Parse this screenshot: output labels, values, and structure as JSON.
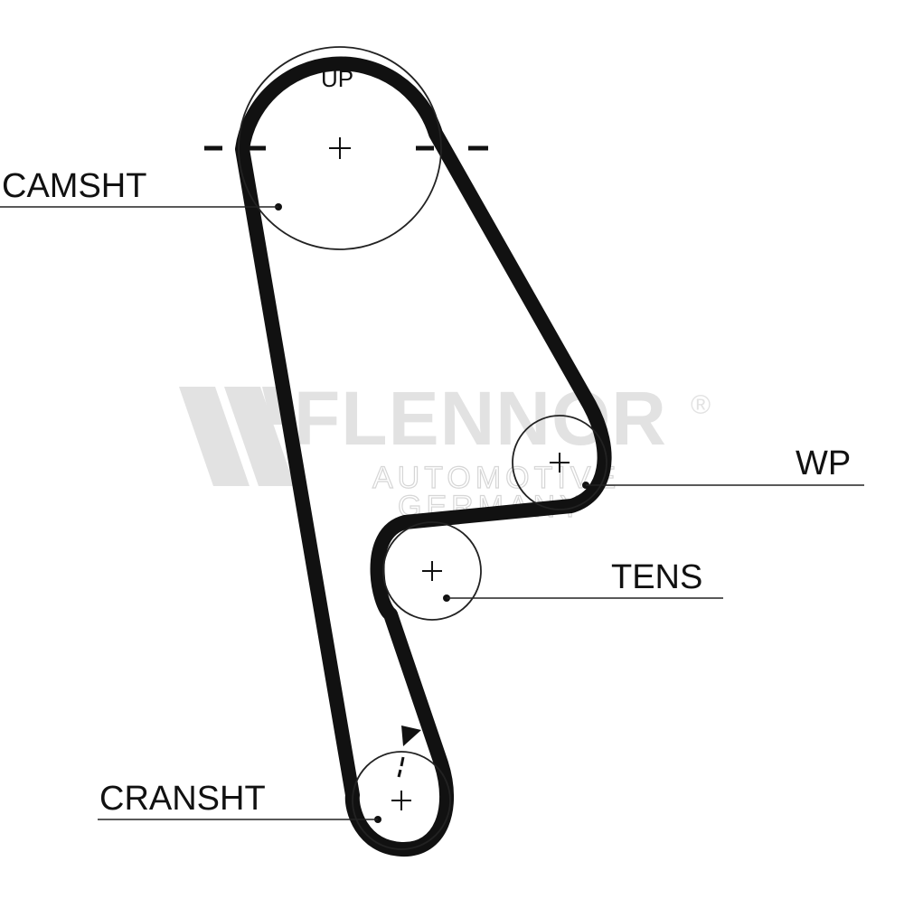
{
  "labels": {
    "up": "UP",
    "camshaft": "CAMSHT",
    "water_pump": "WP",
    "tensioner": "TENS",
    "crankshaft": "CRANSHT"
  },
  "watermark": {
    "brand": "FLENNOR",
    "line1": "AUTOMOTIVE",
    "line2": "GERMANY",
    "registered": "®"
  },
  "colors": {
    "belt": "#111111",
    "pulley": "#222222",
    "watermark": "#e2e2e2"
  }
}
